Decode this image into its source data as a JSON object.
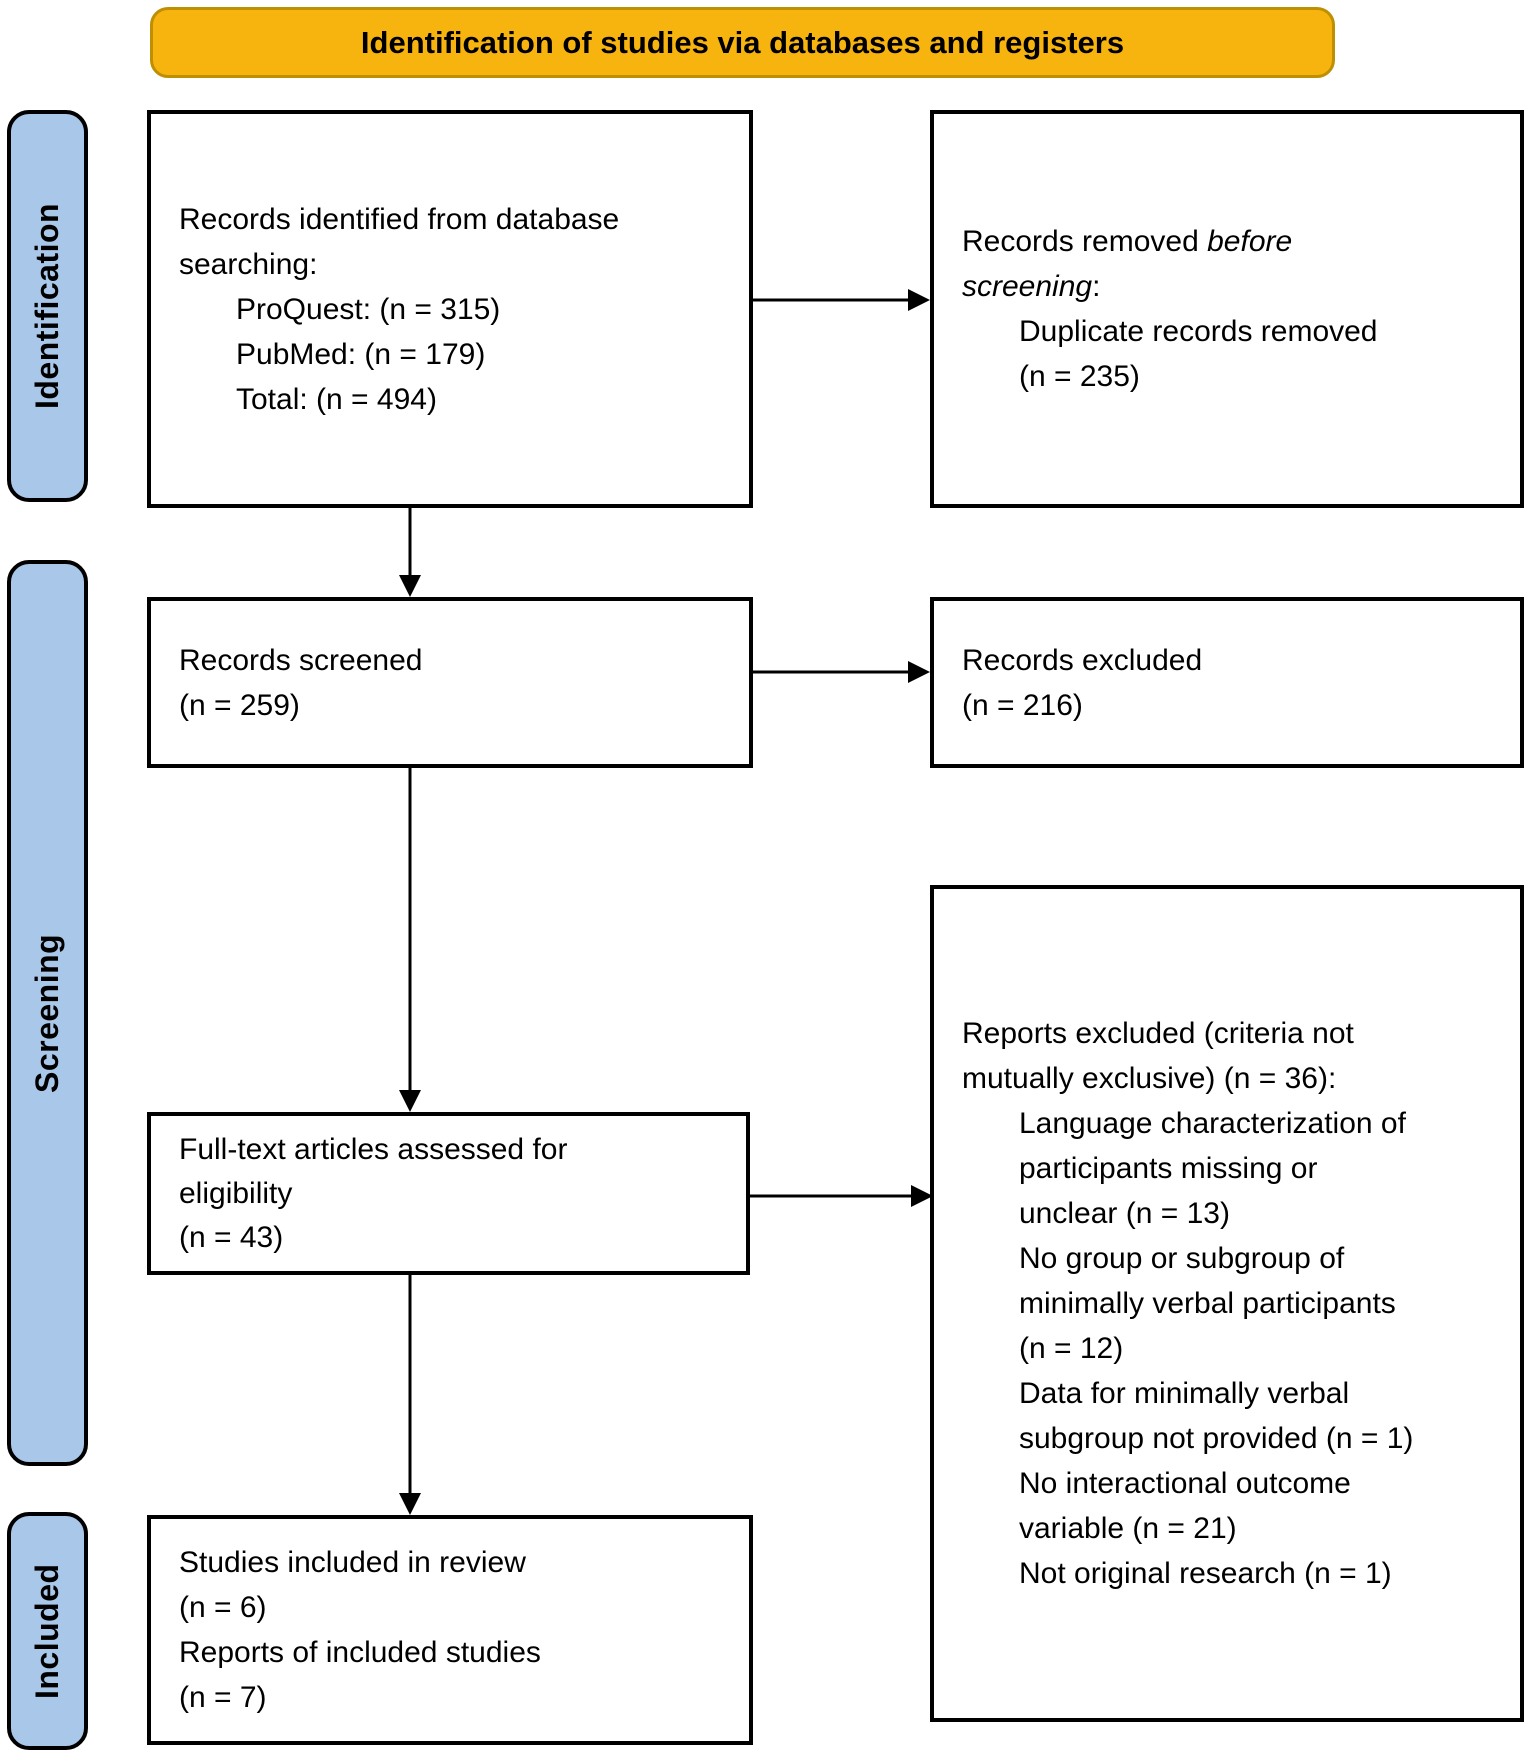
{
  "banner": {
    "title": "Identification of studies via databases and registers"
  },
  "stages": {
    "identification": "Identification",
    "screening": "Screening",
    "included": "Included"
  },
  "colors": {
    "banner_fill": "#F7B30E",
    "banner_border": "#BE8F00",
    "stage_fill": "#A9C7E9",
    "box_border": "#000000"
  },
  "boxes": {
    "records_identified": {
      "lines": [
        "Records identified from database",
        "searching:",
        "ProQuest: (n = 315)",
        "PubMed: (n = 179)",
        "Total: (n = 494)"
      ]
    },
    "records_removed": {
      "line1_normal": "Records removed ",
      "line1_italic": "before",
      "line2_italic": "screening",
      "line2_normal": ":",
      "lines": [
        "Duplicate records removed",
        "(n = 235)"
      ]
    },
    "records_screened": {
      "lines": [
        "Records screened",
        "(n = 259)"
      ]
    },
    "records_excluded": {
      "lines": [
        "Records excluded",
        "(n = 216)"
      ]
    },
    "fulltext_assessed": {
      "lines": [
        "Full-text articles assessed for",
        "eligibility",
        "(n = 43)"
      ]
    },
    "reports_excluded": {
      "lines": [
        "Reports excluded (criteria not",
        "mutually exclusive) (n = 36):",
        "Language characterization of",
        "participants missing or",
        "unclear (n = 13)",
        "No group or subgroup of",
        "minimally verbal participants",
        "(n = 12)",
        "Data for minimally verbal",
        "subgroup not provided (n = 1)",
        "No interactional outcome",
        "variable (n = 21)",
        "Not original research (n = 1)"
      ]
    },
    "studies_included": {
      "lines": [
        "Studies included in review",
        "(n = 6)",
        "Reports of included studies",
        "(n = 7)"
      ]
    }
  }
}
